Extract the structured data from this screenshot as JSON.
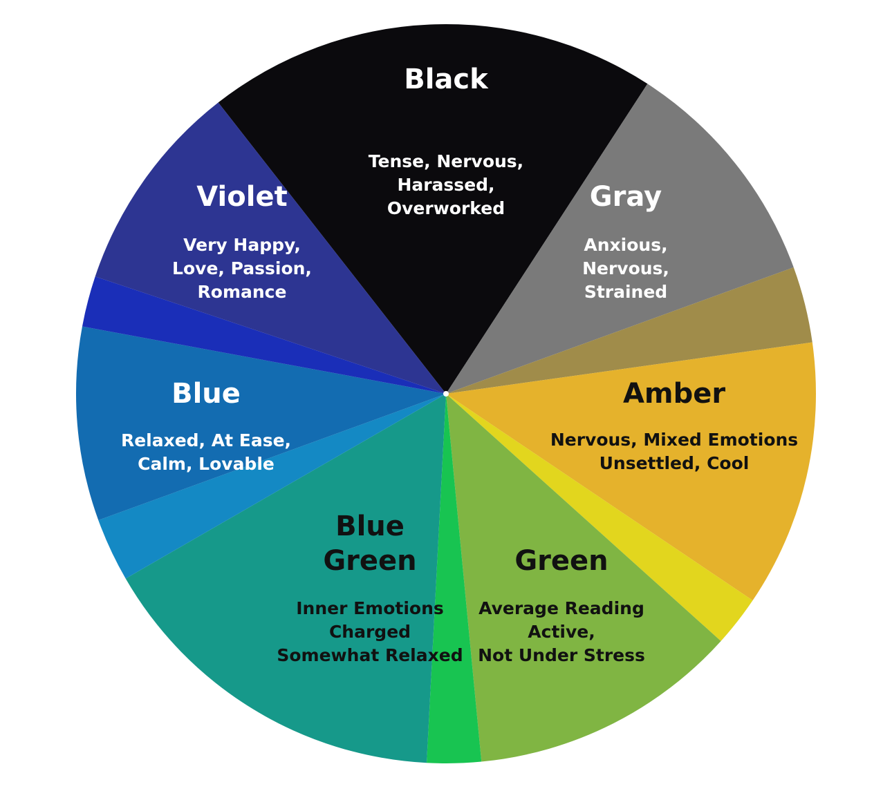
{
  "wheel": {
    "segments": [
      {
        "id": "black",
        "color": "#0b0a0d"
      },
      {
        "id": "gray",
        "color": "#7a7a7a"
      },
      {
        "id": "olive",
        "color": "#a08c4a"
      },
      {
        "id": "amber",
        "color": "#e5b22c"
      },
      {
        "id": "yellow",
        "color": "#e2d61e"
      },
      {
        "id": "green",
        "color": "#80b543"
      },
      {
        "id": "bright-green",
        "color": "#18c451"
      },
      {
        "id": "blue-green",
        "color": "#16998a"
      },
      {
        "id": "light-blue",
        "color": "#1489c4"
      },
      {
        "id": "blue",
        "color": "#136cb1"
      },
      {
        "id": "deep-blue",
        "color": "#1a2eb8"
      },
      {
        "id": "violet",
        "color": "#2d3592"
      }
    ],
    "labels": [
      {
        "id": "black",
        "title": [
          "Black"
        ],
        "desc": [
          "Tense, Nervous,",
          "Harassed,",
          "Overworked"
        ],
        "color": "#ffffff"
      },
      {
        "id": "gray",
        "title": [
          "Gray"
        ],
        "desc": [
          "Anxious,",
          "Nervous,",
          "Strained"
        ],
        "color": "#ffffff"
      },
      {
        "id": "amber",
        "title": [
          "Amber"
        ],
        "desc": [
          "Nervous, Mixed Emotions",
          "Unsettled, Cool"
        ],
        "color": "#111111"
      },
      {
        "id": "green",
        "title": [
          "Green"
        ],
        "desc": [
          "Average Reading",
          "Active,",
          "Not Under Stress"
        ],
        "color": "#111111"
      },
      {
        "id": "blue-green",
        "title": [
          "Blue",
          "Green"
        ],
        "desc": [
          "Inner Emotions",
          "Charged",
          "Somewhat Relaxed"
        ],
        "color": "#111111"
      },
      {
        "id": "blue",
        "title": [
          "Blue"
        ],
        "desc": [
          "Relaxed, At Ease,",
          "Calm, Lovable"
        ],
        "color": "#ffffff"
      },
      {
        "id": "violet",
        "title": [
          "Violet"
        ],
        "desc": [
          "Very Happy,",
          "Love, Passion,",
          "Romance"
        ],
        "color": "#ffffff"
      }
    ]
  }
}
